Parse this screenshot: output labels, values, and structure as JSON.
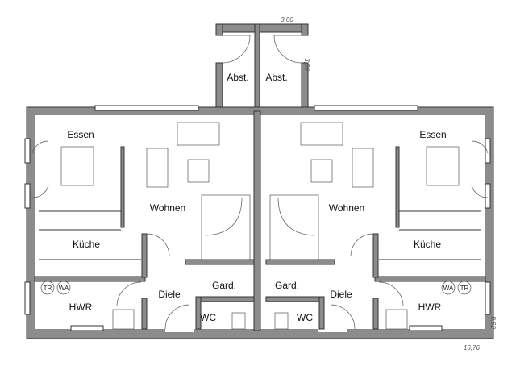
{
  "rooms": {
    "left": {
      "essen": "Essen",
      "wohnen": "Wohnen",
      "kueche": "Küche",
      "diele": "Diele",
      "gard": "Gard.",
      "wc": "WC",
      "hwr": "HWR"
    },
    "right": {
      "essen": "Essen",
      "wohnen": "Wohnen",
      "kueche": "Küche",
      "diele": "Diele",
      "gard": "Gard.",
      "wc": "WC",
      "hwr": "HWR"
    },
    "storage": [
      "Abst.",
      "Abst."
    ]
  },
  "appliances": {
    "tr": "TR",
    "wa": "WA"
  },
  "dimensions": {
    "storage_width": "3,00",
    "storage_depth": "3,00",
    "house_depth": "8,62",
    "house_width": "16,76"
  },
  "colors": {
    "wall": "#8c8c8c",
    "line": "#333333"
  }
}
